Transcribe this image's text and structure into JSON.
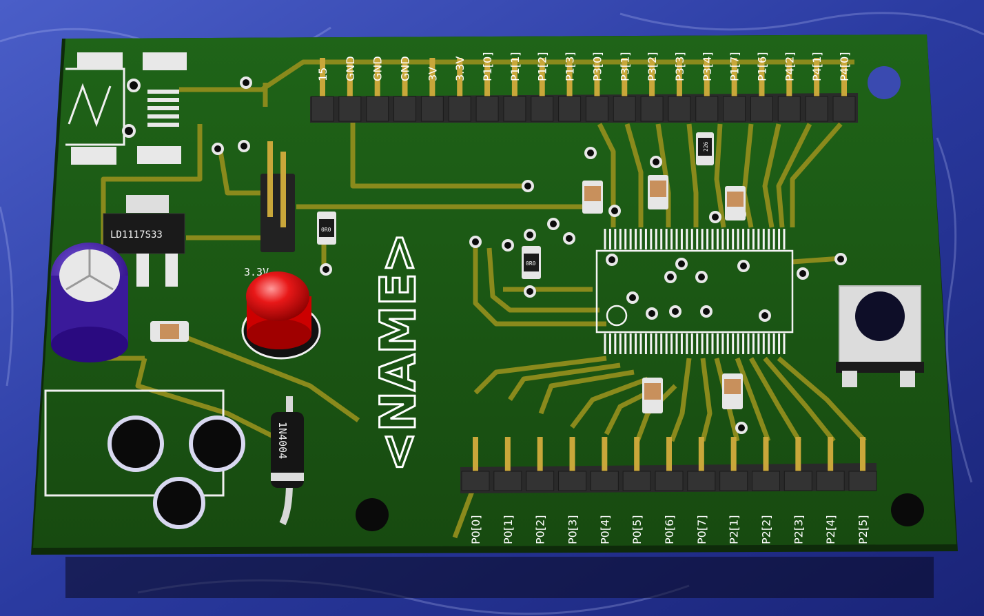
{
  "board": {
    "name_marking": "<NAME>",
    "regulator_label": "LD1117S33",
    "diode_label": "1N4004",
    "led_voltage_label": "3.3V",
    "cap_code": "226",
    "resistor_code": "0R0",
    "bottom_header_labels": [
      "P0[0]",
      "P0[1]",
      "P0[2]",
      "P0[3]",
      "P0[4]",
      "P0[5]",
      "P0[6]",
      "P0[7]",
      "P2[1]",
      "P2[2]",
      "P2[3]",
      "P2[4]",
      "P2[5]"
    ],
    "top_header_labels": [
      "15",
      "GND",
      "GND",
      "GND",
      "3V",
      "3.3V",
      "P1[0]",
      "P1[1]",
      "P1[2]",
      "P1[3]",
      "P3[0]",
      "P3[1]",
      "P3[2]",
      "P3[3]",
      "P3[4]",
      "P1[7]",
      "P1[6]",
      "P4[2]",
      "P4[1]",
      "P4[0]"
    ]
  },
  "colors": {
    "background": "#2a3aa0",
    "pcb": "#1e5a14",
    "trace": "#8a8a1c",
    "silkscreen": "#ffffff",
    "led": "#e01010",
    "capacitor": "#4a2aa8"
  }
}
